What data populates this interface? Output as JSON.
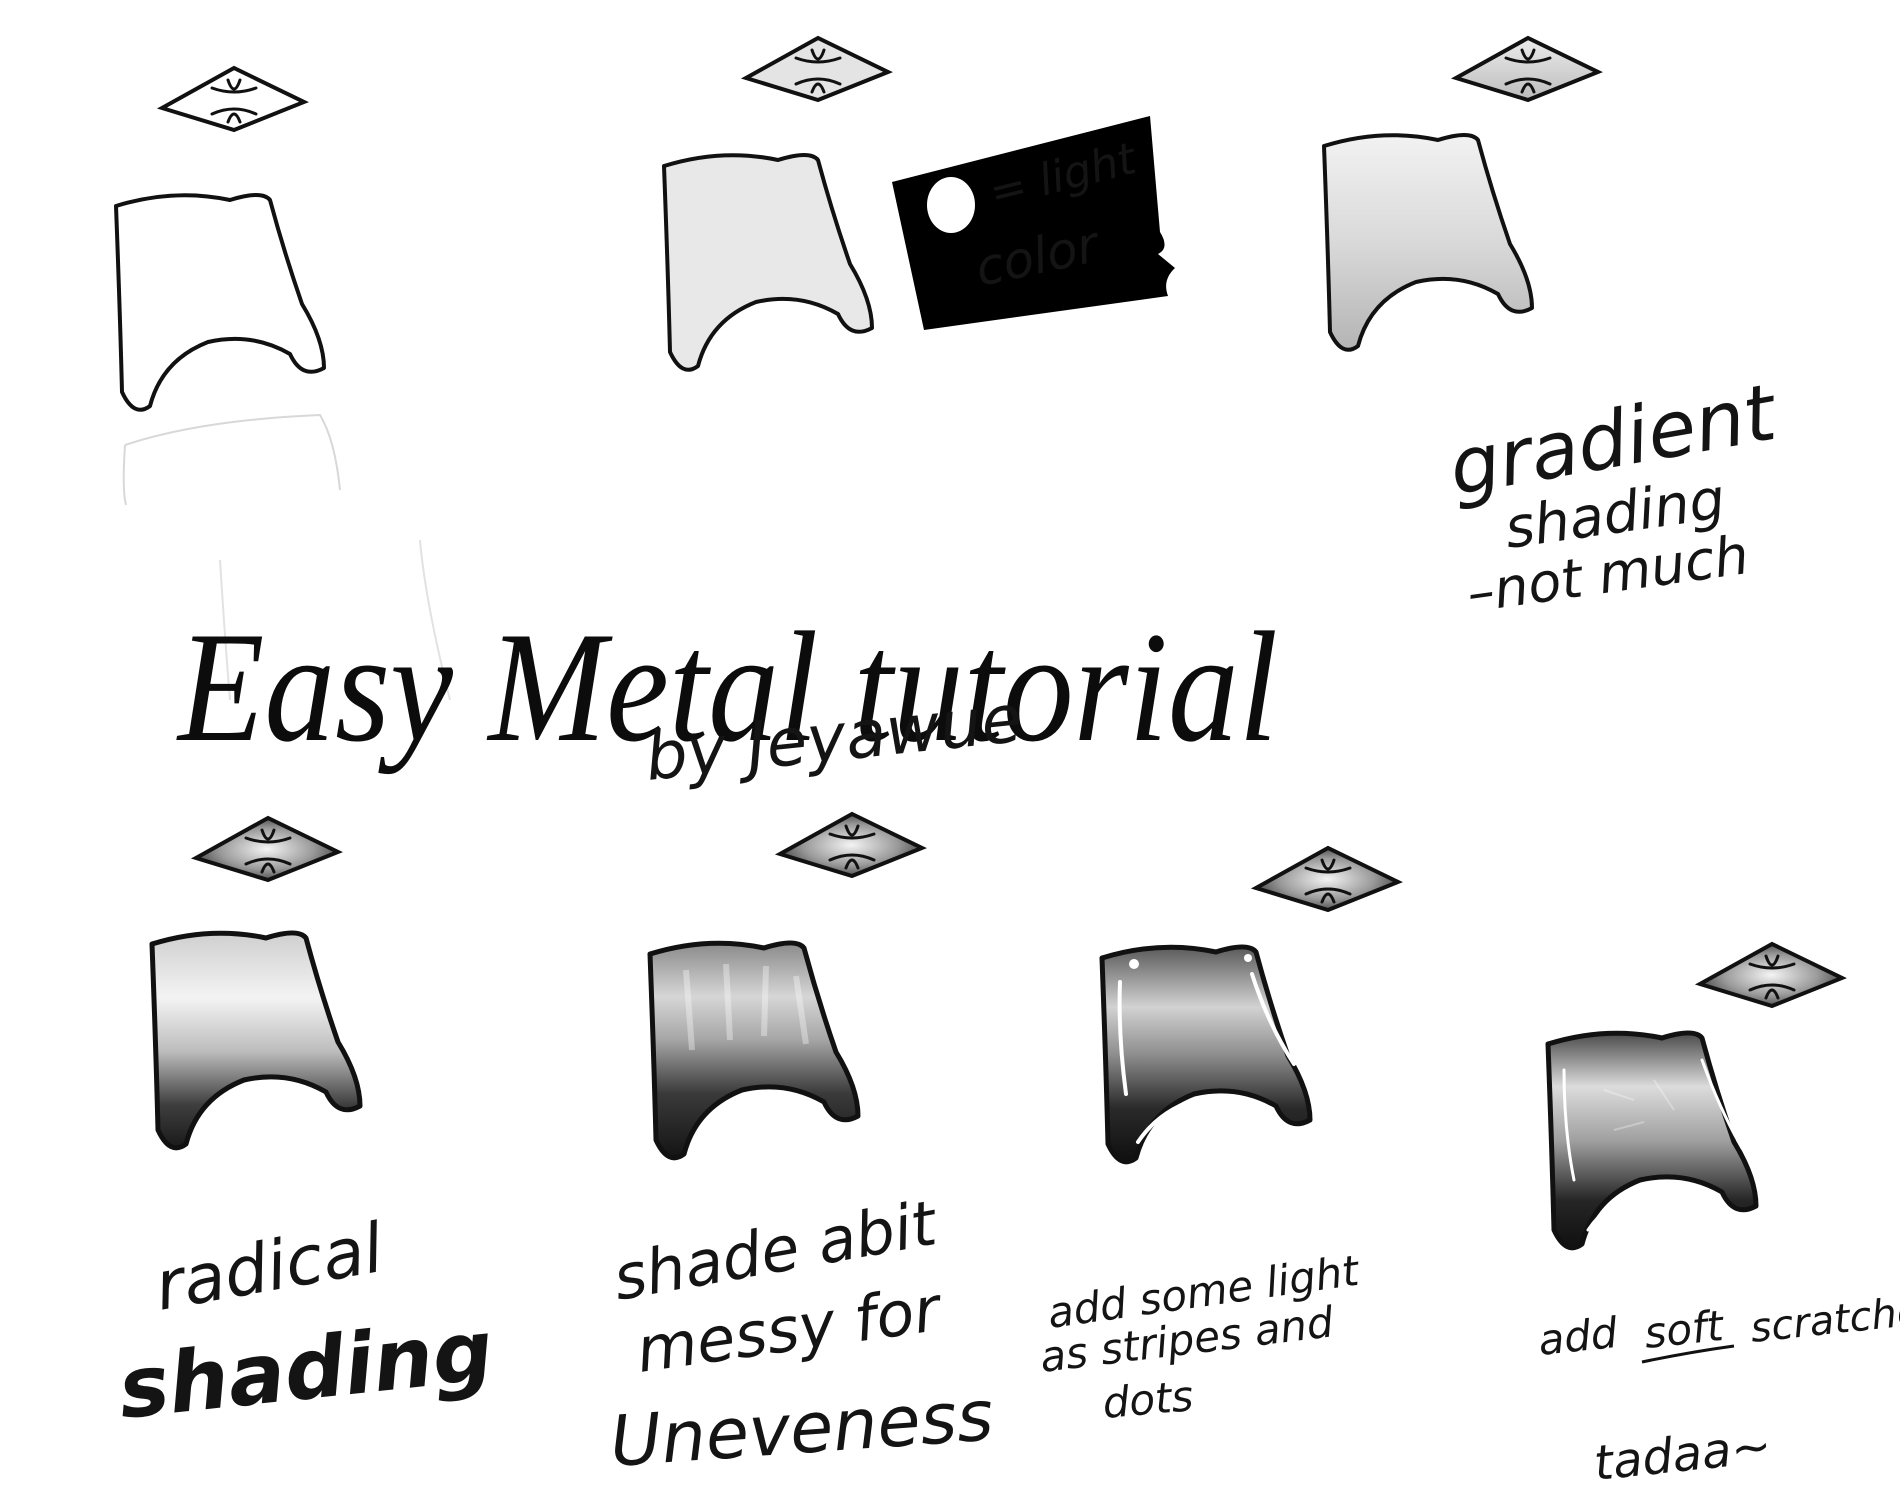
{
  "title": "Easy Metal tutorial",
  "byline": "by Jeyawue",
  "light_color_note": {
    "line1": "= light",
    "line2": "color"
  },
  "captions": {
    "gradient": [
      "gradient",
      "shading",
      "–not much"
    ],
    "radical": [
      "radical",
      "shading"
    ],
    "messy": [
      "shade abit",
      "messy for",
      "Uneveness"
    ],
    "stripes": [
      "add some light",
      "as stripes and",
      "dots"
    ],
    "scratches_prefix": "add",
    "scratches_emphasis": "soft",
    "scratches_suffix": "scratches",
    "final": "tadaa~"
  },
  "colors": {
    "ink": "#111111",
    "flat_fill": "#e8e8e8",
    "gradient_caption": "#a8a8a8",
    "note_background": "#000000",
    "note_text": "#ffffff"
  }
}
